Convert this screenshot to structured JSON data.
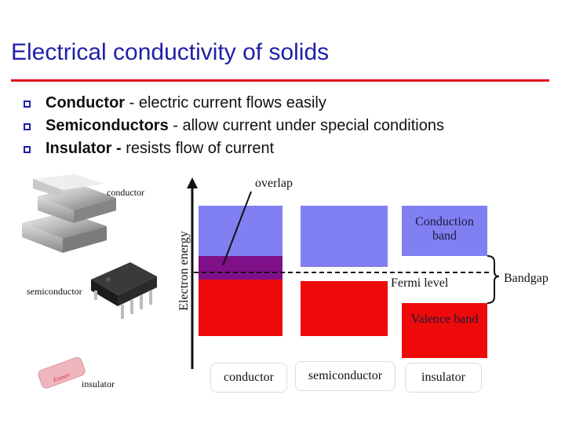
{
  "slide": {
    "title": "Electrical conductivity of solids",
    "bullets": [
      {
        "term": "Conductor",
        "text": " - electric current flows easily"
      },
      {
        "term": "Semiconductors",
        "text": " - allow current under special conditions"
      },
      {
        "term": "Insulator -",
        "text": " resists flow of current"
      }
    ],
    "colors": {
      "title": "#1f1faa",
      "rule": "#e0101a",
      "bullet": "#1f1faa",
      "conduction": "#8080f2",
      "overlap": "#80108a",
      "valence": "#ee0a0a"
    }
  },
  "images": {
    "conductor_label": "conductor",
    "semiconductor_label": "semiconductor",
    "insulator_label": "insulator",
    "eraser_text": "Eraser"
  },
  "diagram": {
    "y_axis_label": "Electron energy",
    "overlap_label": "overlap",
    "conduction_band_label": "Conduction band",
    "fermi_level_label": "Fermi level",
    "bandgap_label": "Bandgap",
    "valence_band_label": "Valence band",
    "columns": [
      "conductor",
      "semiconductor",
      "insulator"
    ]
  }
}
